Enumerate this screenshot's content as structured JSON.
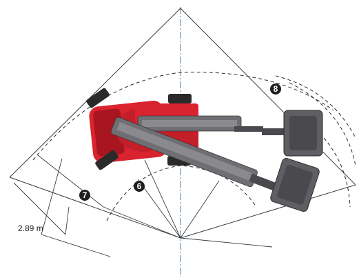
{
  "diagram": {
    "dimension_label": "2.89 m",
    "markers": [
      {
        "id": "marker-6",
        "label": "6"
      },
      {
        "id": "marker-7",
        "label": "7"
      },
      {
        "id": "marker-8",
        "label": "8"
      }
    ],
    "colors": {
      "chassis": "#d9232e",
      "chassis_dark": "#a8151f",
      "boom": "#6f6f73",
      "boom_dark": "#4a4a4e",
      "basket": "#5f5f63",
      "tyre": "#2a2a2a",
      "lines": "#3a3a3a",
      "dashed": "#2a2a2a",
      "centerline": "#4a7aa8"
    }
  }
}
